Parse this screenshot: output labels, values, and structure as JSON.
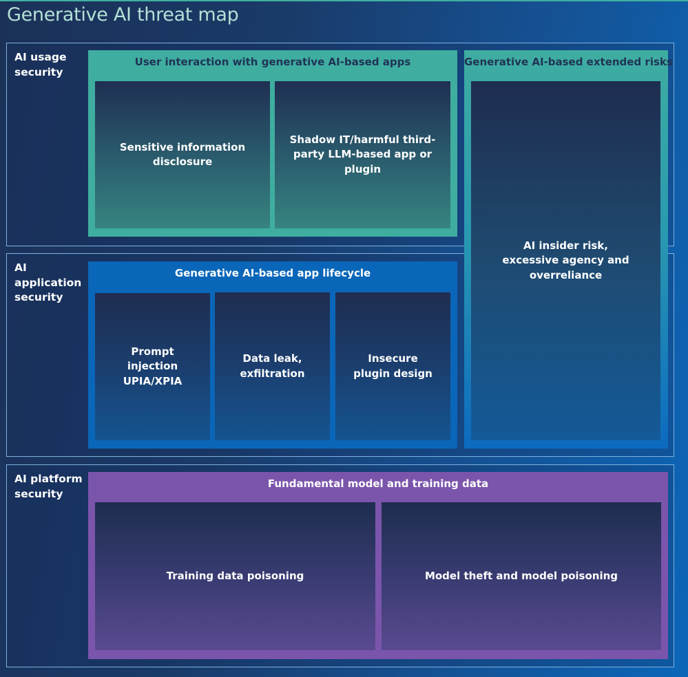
{
  "title": "Generative AI threat map",
  "rows": [
    {
      "label": "AI usage security"
    },
    {
      "label": "AI application security"
    },
    {
      "label": "AI platform security"
    }
  ],
  "groups": {
    "user_interaction": {
      "title": "User interaction with generative AI-based apps",
      "cards": [
        "Sensitive information disclosure",
        "Shadow IT/harmful third-party LLM-based app or plugin"
      ]
    },
    "extended_risks": {
      "title": "Generative AI-based extended risks",
      "cards": [
        "AI insider risk, excessive agency and overreliance"
      ]
    },
    "app_lifecycle": {
      "title": "Generative AI-based app lifecycle",
      "cards": [
        "Prompt injection UPIA/XPIA",
        "Data leak, exfiltration",
        "Insecure plugin design"
      ]
    },
    "fundamental_model": {
      "title": "Fundamental model and training data",
      "cards": [
        "Training data poisoning",
        "Model theft and model poisoning"
      ]
    }
  },
  "colors": {
    "teal": "#3fada0",
    "blue": "#0a66b8",
    "purple": "#7b55ab",
    "title_text": "#b4e0d6",
    "dark_text": "#1f3456"
  }
}
